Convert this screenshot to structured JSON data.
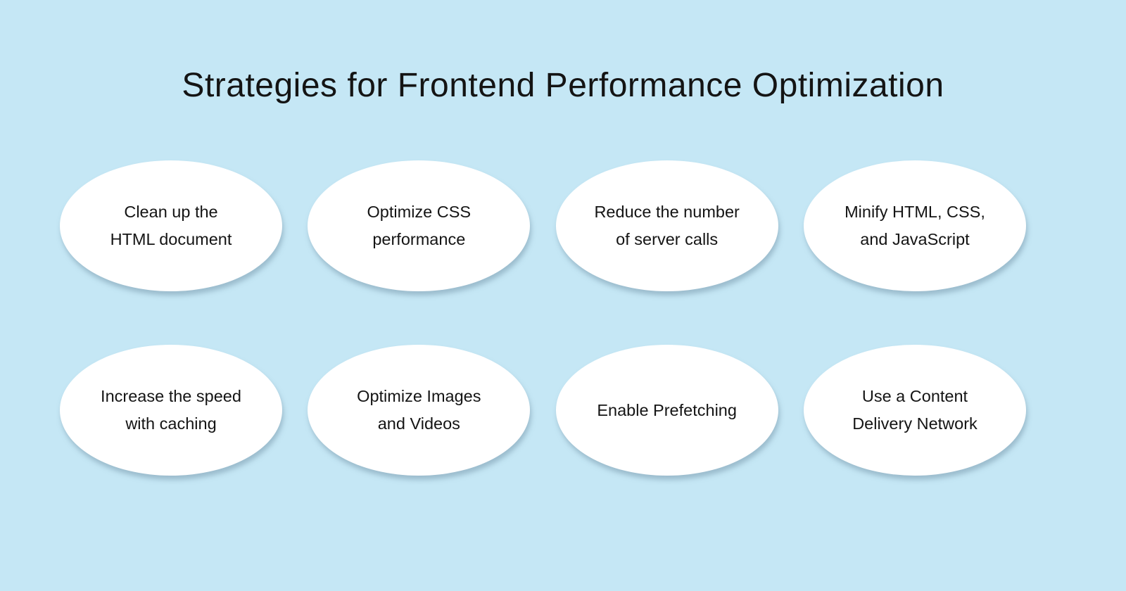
{
  "page": {
    "title": "Strategies for Frontend Performance Optimization",
    "colors": {
      "background": "#c5e7f5",
      "bubble_fill": "#ffffff",
      "bubble_shadow": "#7494a8",
      "text": "#141414"
    }
  },
  "bubbles": [
    {
      "label": "Clean up the HTML document",
      "lines": [
        "Clean up the",
        "HTML document"
      ]
    },
    {
      "label": "Optimize CSS performance",
      "lines": [
        "Optimize CSS",
        "performance"
      ]
    },
    {
      "label": "Reduce the number of server calls",
      "lines": [
        "Reduce the number",
        "of server calls"
      ]
    },
    {
      "label": "Minify HTML, CSS, and JavaScript",
      "lines": [
        "Minify HTML, CSS,",
        "and JavaScript"
      ]
    },
    {
      "label": "Increase the speed with caching",
      "lines": [
        "Increase the speed",
        "with caching"
      ]
    },
    {
      "label": "Optimize Images and Videos",
      "lines": [
        "Optimize Images",
        "and Videos"
      ]
    },
    {
      "label": "Enable Prefetching",
      "lines": [
        "Enable Prefetching"
      ]
    },
    {
      "label": "Use a Content Delivery Network",
      "lines": [
        "Use a Content",
        "Delivery Network"
      ]
    }
  ]
}
